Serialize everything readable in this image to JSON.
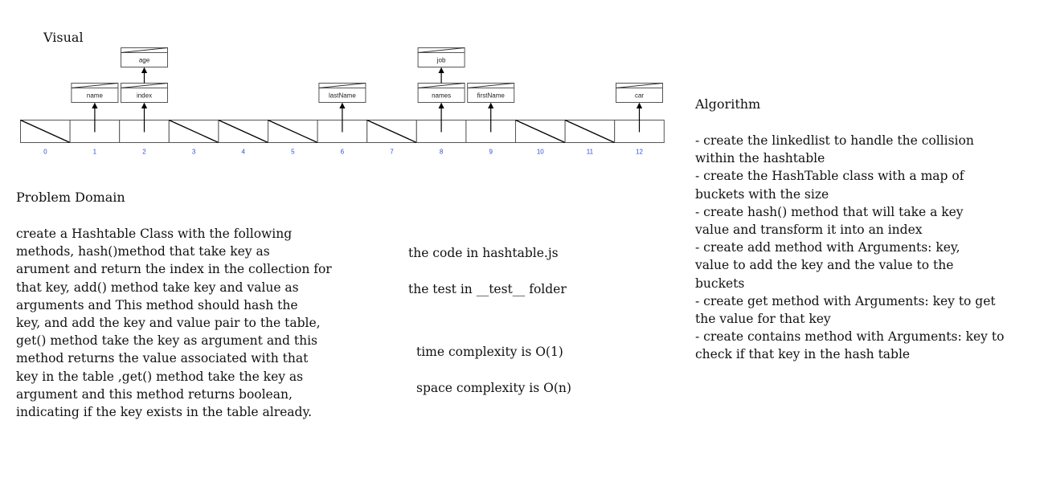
{
  "visual": {
    "title": "Visual"
  },
  "diagram": {
    "buckets": [
      {
        "index": "0",
        "empty": true
      },
      {
        "index": "1",
        "empty": false
      },
      {
        "index": "2",
        "empty": false
      },
      {
        "index": "3",
        "empty": true
      },
      {
        "index": "4",
        "empty": true
      },
      {
        "index": "5",
        "empty": true
      },
      {
        "index": "6",
        "empty": false
      },
      {
        "index": "7",
        "empty": true
      },
      {
        "index": "8",
        "empty": false
      },
      {
        "index": "9",
        "empty": false
      },
      {
        "index": "10",
        "empty": true
      },
      {
        "index": "11",
        "empty": true
      },
      {
        "index": "12",
        "empty": false
      }
    ],
    "nodes": [
      {
        "bucket": 1,
        "level": 1,
        "label": "name"
      },
      {
        "bucket": 2,
        "level": 1,
        "label": "index"
      },
      {
        "bucket": 2,
        "level": 2,
        "label": "age"
      },
      {
        "bucket": 6,
        "level": 1,
        "label": "lastName"
      },
      {
        "bucket": 8,
        "level": 1,
        "label": "names"
      },
      {
        "bucket": 8,
        "level": 2,
        "label": "job"
      },
      {
        "bucket": 9,
        "level": 1,
        "label": "firstName"
      },
      {
        "bucket": 12,
        "level": 1,
        "label": "car"
      }
    ]
  },
  "problem_domain": {
    "title": "Problem Domain",
    "lines": [
      "create a Hashtable Class with the following",
      "methods, hash()method that take key as",
      "arument and return the index in the collection for",
      "that key, add() method take key and value as",
      "arguments and This method should hash the",
      "key, and add the key and value pair to the table,",
      "get() method take the key as argument and this",
      "method returns the value associated with that",
      "key in the table ,get() method take the key as",
      "argument and this method returns boolean,",
      "indicating if the key exists in the table already."
    ]
  },
  "notes": {
    "code": "the code in hashtable.js",
    "test": "the test in __test__ folder",
    "time": "time complexity is O(1)",
    "space": "space complexity  is O(n)"
  },
  "algorithm": {
    "title": "Algorithm",
    "lines": [
      "- create the linkedlist to handle the collision",
      "within the hashtable",
      "- create the HashTable class with a map of",
      "buckets with the size",
      "-  create hash() method that will take a key",
      "value and transform it into an index",
      "-  create  add method with Arguments: key,",
      "value to add the key and the value to the",
      "buckets",
      "- create get method with Arguments: key to get",
      "the value for that key",
      "- create contains method with Arguments: key to",
      "check if that key in the hash table"
    ]
  }
}
